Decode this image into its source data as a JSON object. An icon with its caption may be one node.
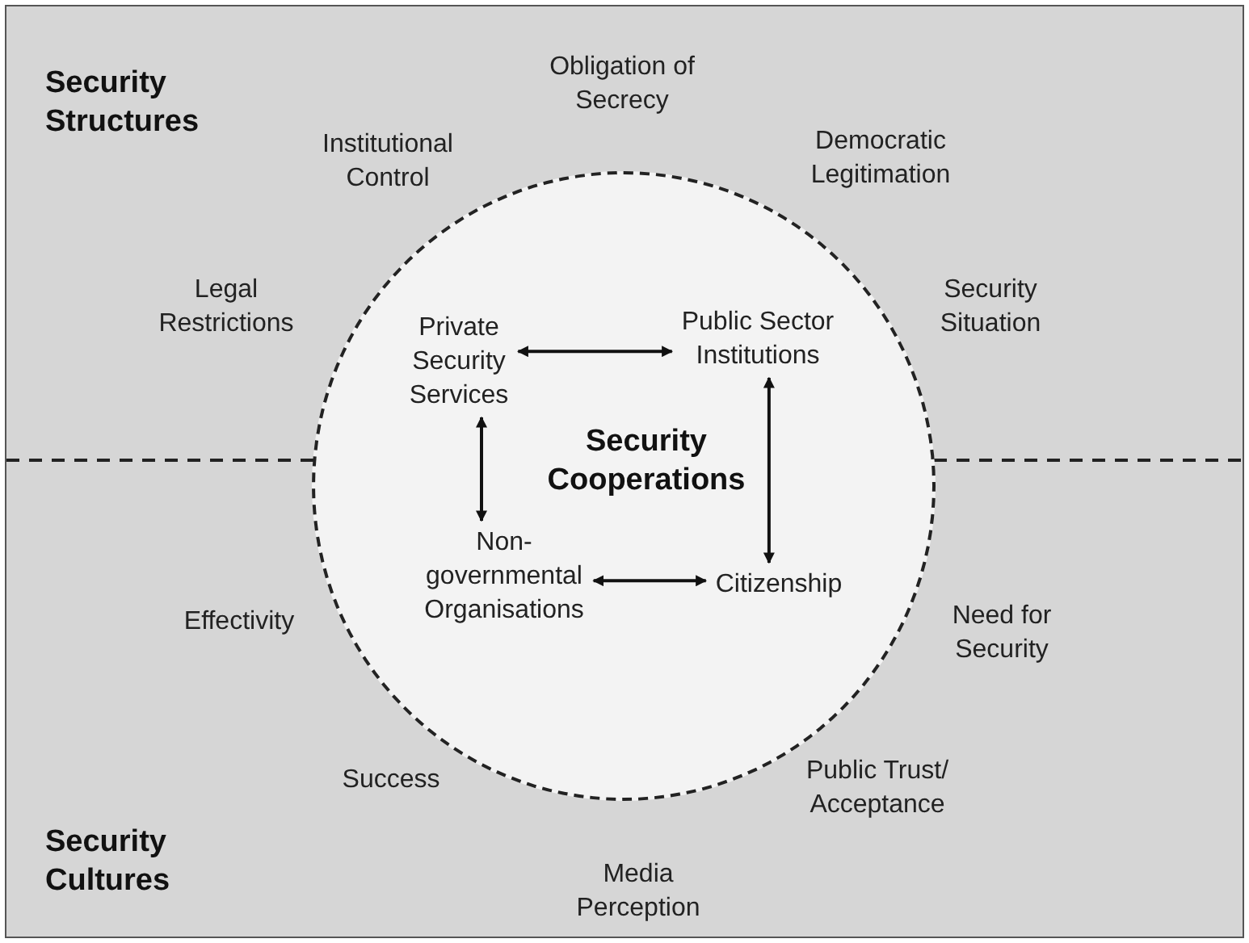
{
  "diagram": {
    "nodes": [
      {
        "text": [
          "Security Cooperations"
        ]
      },
      {
        "text": [
          "Private Security Services"
        ],
        "in": 0
      },
      {
        "text": [
          "Public Sector Institutions"
        ],
        "in": 0
      },
      {
        "text": [
          "Non-governmental Organisations"
        ],
        "in": 0
      },
      {
        "text": [
          "Citizenship"
        ],
        "in": 0
      }
    ],
    "edges": [
      {
        "from": 1,
        "to": 2,
        "arrow": "both"
      },
      {
        "from": 1,
        "to": 3,
        "arrow": "both"
      },
      {
        "from": 2,
        "to": 4,
        "arrow": "both"
      },
      {
        "from": 3,
        "to": 4,
        "arrow": "both"
      }
    ],
    "labels": [
      "Security Structures",
      "Obligation of Secrecy",
      "Institutional Control",
      "Democratic Legitimation",
      "Legal Restrictions",
      "Security Situation",
      "Effectivity",
      "Need for Security",
      "Success",
      "Public Trust/ Acceptance",
      "Security Cultures",
      "Media Perception"
    ]
  }
}
